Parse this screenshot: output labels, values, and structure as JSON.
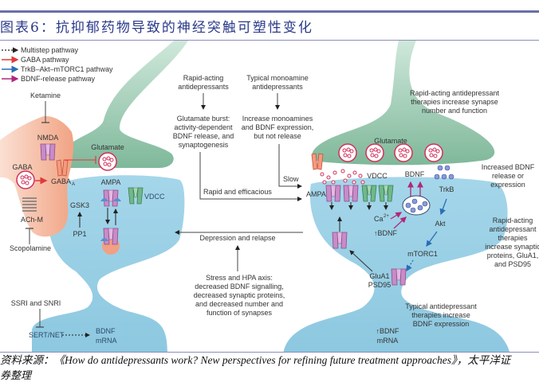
{
  "title": "图表6：抗抑郁药物导致的神经突触可塑性变化",
  "legend": [
    {
      "label": "Multistep pathway",
      "color": "#222222",
      "style": "dashed"
    },
    {
      "label": "GABA pathway",
      "color": "#e0393a",
      "style": "solid"
    },
    {
      "label": "TrkB–Akt–mTORC1 pathway",
      "color": "#2a6db5",
      "style": "solid"
    },
    {
      "label": "BDNF-release pathway",
      "color": "#b0287a",
      "style": "solid"
    }
  ],
  "left_synapse": {
    "ketamine": "Ketamine",
    "nmda": "NMDA",
    "gaba": "GABA",
    "gaba_a": "GABA",
    "gaba_a_sub": "A",
    "ach_m": "ACh-M",
    "scopolamine": "Scopolamine",
    "glutamate": "Glutamate",
    "ampa": "AMPA",
    "vdcc": "VDCC",
    "gsk3": "GSK3",
    "pp1": "PP1",
    "ssri": "SSRI and SNRI",
    "sert": "SERT/NET",
    "bdnf": "BDNF",
    "mrna": "mRNA"
  },
  "center": {
    "rapid_title": [
      "Rapid-acting",
      "antidepressants"
    ],
    "typical_title": [
      "Typical monoamine",
      "antidepressants"
    ],
    "glutamate_burst": [
      "Glutamate burst:",
      "activity-dependent",
      "BDNF release, and",
      "synaptogenesis"
    ],
    "increase_mono": [
      "Increase monoamines",
      "and BDNF expression,",
      "but not release"
    ],
    "slow": "Slow",
    "rapid_efficacious": "Rapid and efficacious",
    "depression": "Depression and relapse",
    "stress": [
      "Stress and HPA axis:",
      "decreased BDNF signalling,",
      "decreased synaptic proteins,",
      "and decreased number and",
      "function of synapses"
    ]
  },
  "right_synapse": {
    "increase_synapse": [
      "Rapid-acting antidepressant",
      "therapies increase synapse",
      "number and function"
    ],
    "glutamate": "Glutamate",
    "vdcc": "VDCC",
    "bdnf": "BDNF",
    "ampa": "AMPA",
    "trkb": "TrkB",
    "ca": "Ca",
    "ca_sup": "2+",
    "up_bdnf": "↑BDNF",
    "akt": "Akt",
    "mtorc1": "mTORC1",
    "glua1": "GluA1",
    "psd95": "PSD95",
    "increased_release": [
      "Increased BDNF",
      "release or",
      "expression"
    ],
    "rapid_proteins": [
      "Rapid-acting",
      "antidepressant",
      "therapies",
      "increase synaptic",
      "proteins, GluA1,",
      "and PSD95"
    ],
    "typical_expression": [
      "Typical antidepressant",
      "therapies increase",
      "BDNF expression"
    ],
    "up_bdnf_mrna": "↑BDNF",
    "mrna": "mRNA"
  },
  "source": {
    "line1": "资料来源：《How do antidepressants work? New perspectives for refining future treatment approaches》，太平洋证",
    "line2": "券整理"
  },
  "colors": {
    "title": "#2a3a8a",
    "rule": "#6b6fa3",
    "presynaptic": "#8fc4a9",
    "postsynaptic": "#8fcbe3",
    "interneuron": "#f2a98a",
    "receptor_purple": "#c98bc8",
    "receptor_green": "#6fb98a",
    "vesicle": "#d0305a"
  }
}
